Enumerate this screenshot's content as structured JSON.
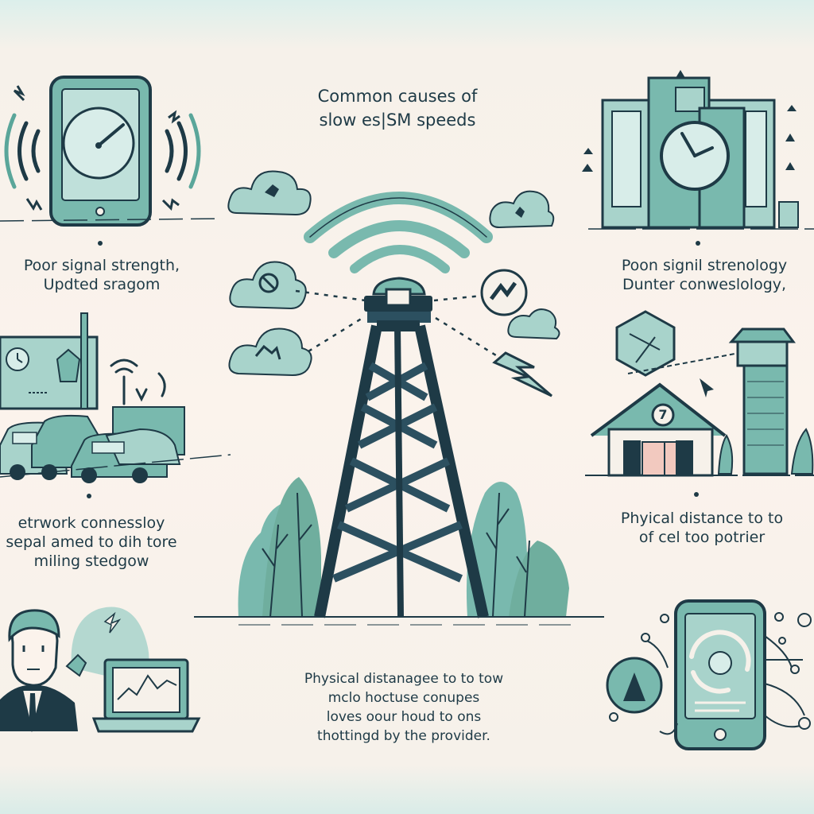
{
  "title": {
    "line1": "Common causes of",
    "line2": "slow es|SM speeds"
  },
  "captions": {
    "top_left": [
      "Poor signal strength,",
      "Updted sragom"
    ],
    "top_right": [
      "Poon signil strenology",
      "Dunter conweslology,"
    ],
    "mid_left": [
      "etrwork connessloy",
      "sepal amed to dih tore",
      "miling stedgow"
    ],
    "mid_right": [
      "Phyical distance to to",
      "of cel too potrier"
    ],
    "bottom_center": [
      "Physical distanagee to to tow",
      "mclo hoctuse conupes",
      "loves oour houd to ons",
      "thottingd by the provider."
    ]
  },
  "house_badge": "7",
  "icon_names": [
    "smartphone-speedometer-icon",
    "wifi-waves-icon",
    "cloud-icon",
    "cell-tower-icon",
    "building-clock-icon",
    "warning-sign-icon",
    "cars-traffic-icon",
    "house-icon",
    "watchtower-icon",
    "person-icon",
    "laptop-chart-icon",
    "smartphone-loading-icon"
  ],
  "colors": {
    "teal": "#79b9ae",
    "teal_light": "#a8d3cb",
    "dark": "#1e3a46",
    "background": "#fbf3ec",
    "accent_pink": "#f2c9bf"
  }
}
